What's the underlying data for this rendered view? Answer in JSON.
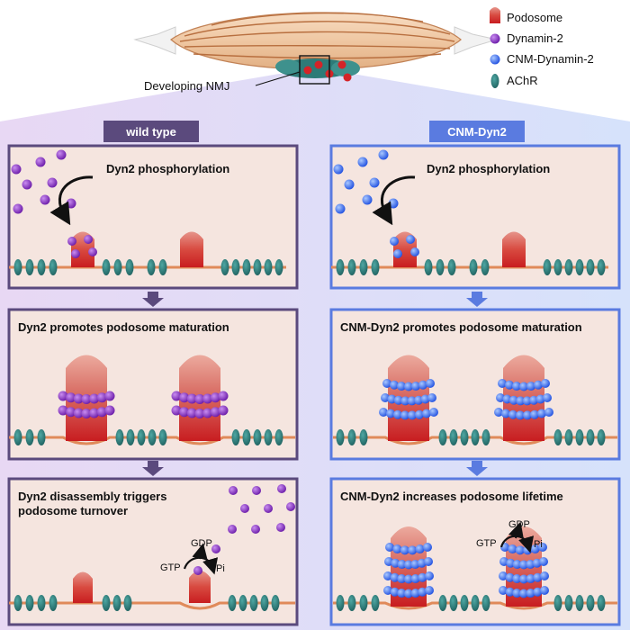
{
  "legend": {
    "podosome": "Podosome",
    "dynamin2": "Dynamin-2",
    "cnm_dynamin2": "CNM-Dynamin-2",
    "achr": "AChR"
  },
  "top": {
    "nmj_label": "Developing NMJ"
  },
  "columns": {
    "left": {
      "header": "wild type",
      "panel1": "Dyn2 phosphorylation",
      "panel2": "Dyn2 promotes podosome maturation",
      "panel3_line1": "Dyn2 disassembly triggers",
      "panel3_line2": "podosome turnover",
      "gtp": "GTP",
      "gdp": "GDP",
      "pi": "Pi"
    },
    "right": {
      "header": "CNM-Dyn2",
      "panel1": "Dyn2 phosphorylation",
      "panel2": "CNM-Dyn2 promotes podosome maturation",
      "panel3": "CNM-Dyn2 increases podosome lifetime",
      "gtp": "GTP",
      "gdp": "GDP",
      "pi": "Pi"
    }
  },
  "colors": {
    "wt_frame": "#5b4a7d",
    "cnm_frame": "#5a7be0",
    "podosome": "#d42428",
    "dynamin2": "#8a2fc4",
    "cnm_dynamin2": "#3b6cf2",
    "achr": "#2d7b78",
    "membrane": "#e08a5a",
    "panel_bg": "#f5e5df"
  }
}
